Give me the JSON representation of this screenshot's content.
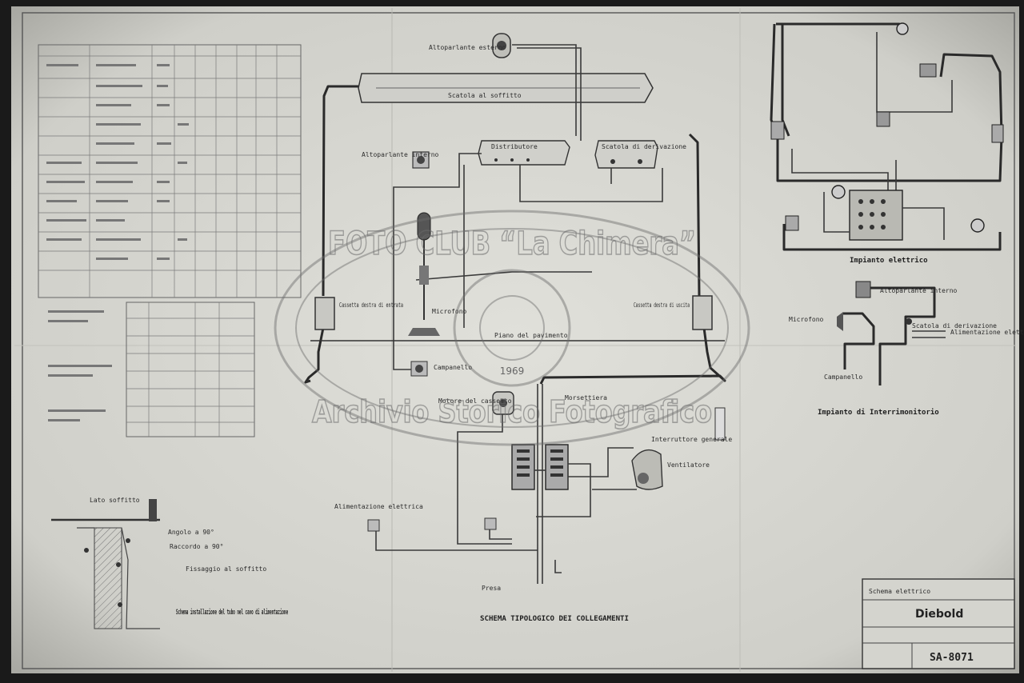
{
  "watermark": {
    "top_text": "FOTO CLUB “La Chimera”",
    "bottom_text": "Archivio Storico Fotografico",
    "year": "1969"
  },
  "title_block": {
    "line1": "Schema elettrico",
    "line2": "Diebold",
    "drawing_number": "SA-8071"
  },
  "captions": {
    "main_schema": "SCHEMA TIPOLOGICO DEI COLLEGAMENTI",
    "section_detail": "Schema installazione del tubo nel cavo di alimentazione",
    "section_note": "Fissaggio al soffitto",
    "right_bottom": "Impianto di Interrimonitorio",
    "right_top": "Impianto elettrico"
  },
  "labels": {
    "speaker": "Altoparlante esterno",
    "ceiling_box": "Scatola al soffitto",
    "distributor": "Distributore",
    "conn_box": "Scatola di derivazione",
    "small_speaker": "Altoparlante interno",
    "microphone": "Microfono",
    "left_box": "Cassetta destra di entrata",
    "right_box": "Cassetta destra di uscita",
    "floor": "Piano del pavimento",
    "bell": "Campanello",
    "motor": "Motore del cassetto",
    "switch_panel": "Interruttore generale",
    "fan": "Ventilatore",
    "power": "Alimentazione elettrica",
    "plug": "Presa",
    "terminal": "Morsettiera"
  },
  "colors": {
    "paper": "#d6d6d0",
    "ink": "#2a2a2a"
  }
}
